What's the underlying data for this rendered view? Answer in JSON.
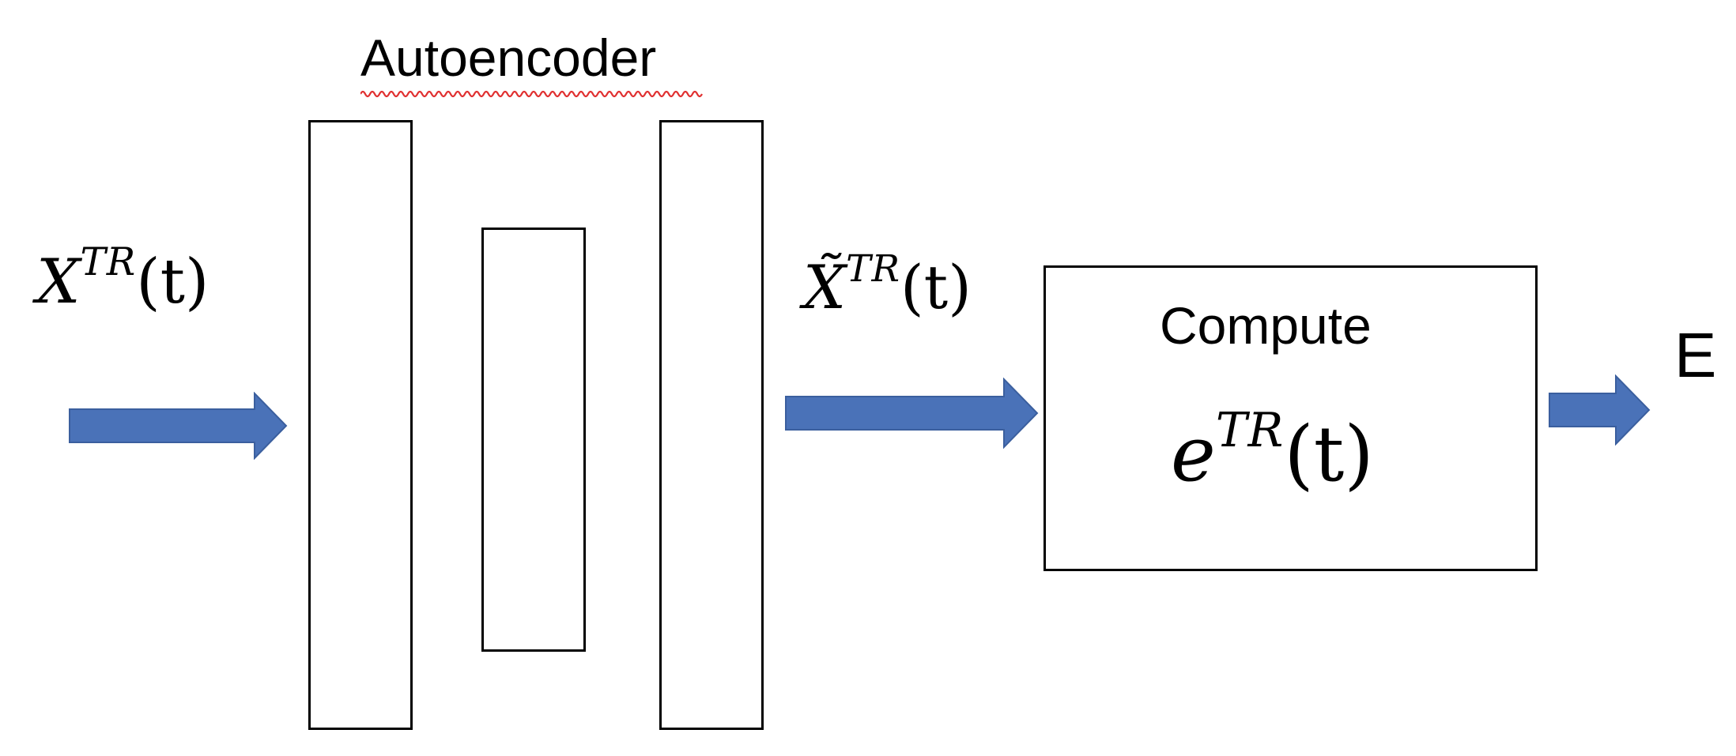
{
  "diagram": {
    "autoencoder_title": "Autoencoder",
    "input_label": {
      "base": "X",
      "superscript": "TR",
      "argument": "(t)"
    },
    "reconstructed_label": {
      "base": "X̃",
      "superscript": "TR",
      "argument": "(t)"
    },
    "compute_box": {
      "title": "Compute",
      "formula": {
        "base": "e",
        "superscript": "TR",
        "argument": "(t)"
      }
    },
    "output_label": "E",
    "colors": {
      "arrow_fill": "#4a72b8",
      "arrow_stroke": "#3b5f9e",
      "box_border": "#000000",
      "spellcheck_underline": "#e03030"
    }
  }
}
